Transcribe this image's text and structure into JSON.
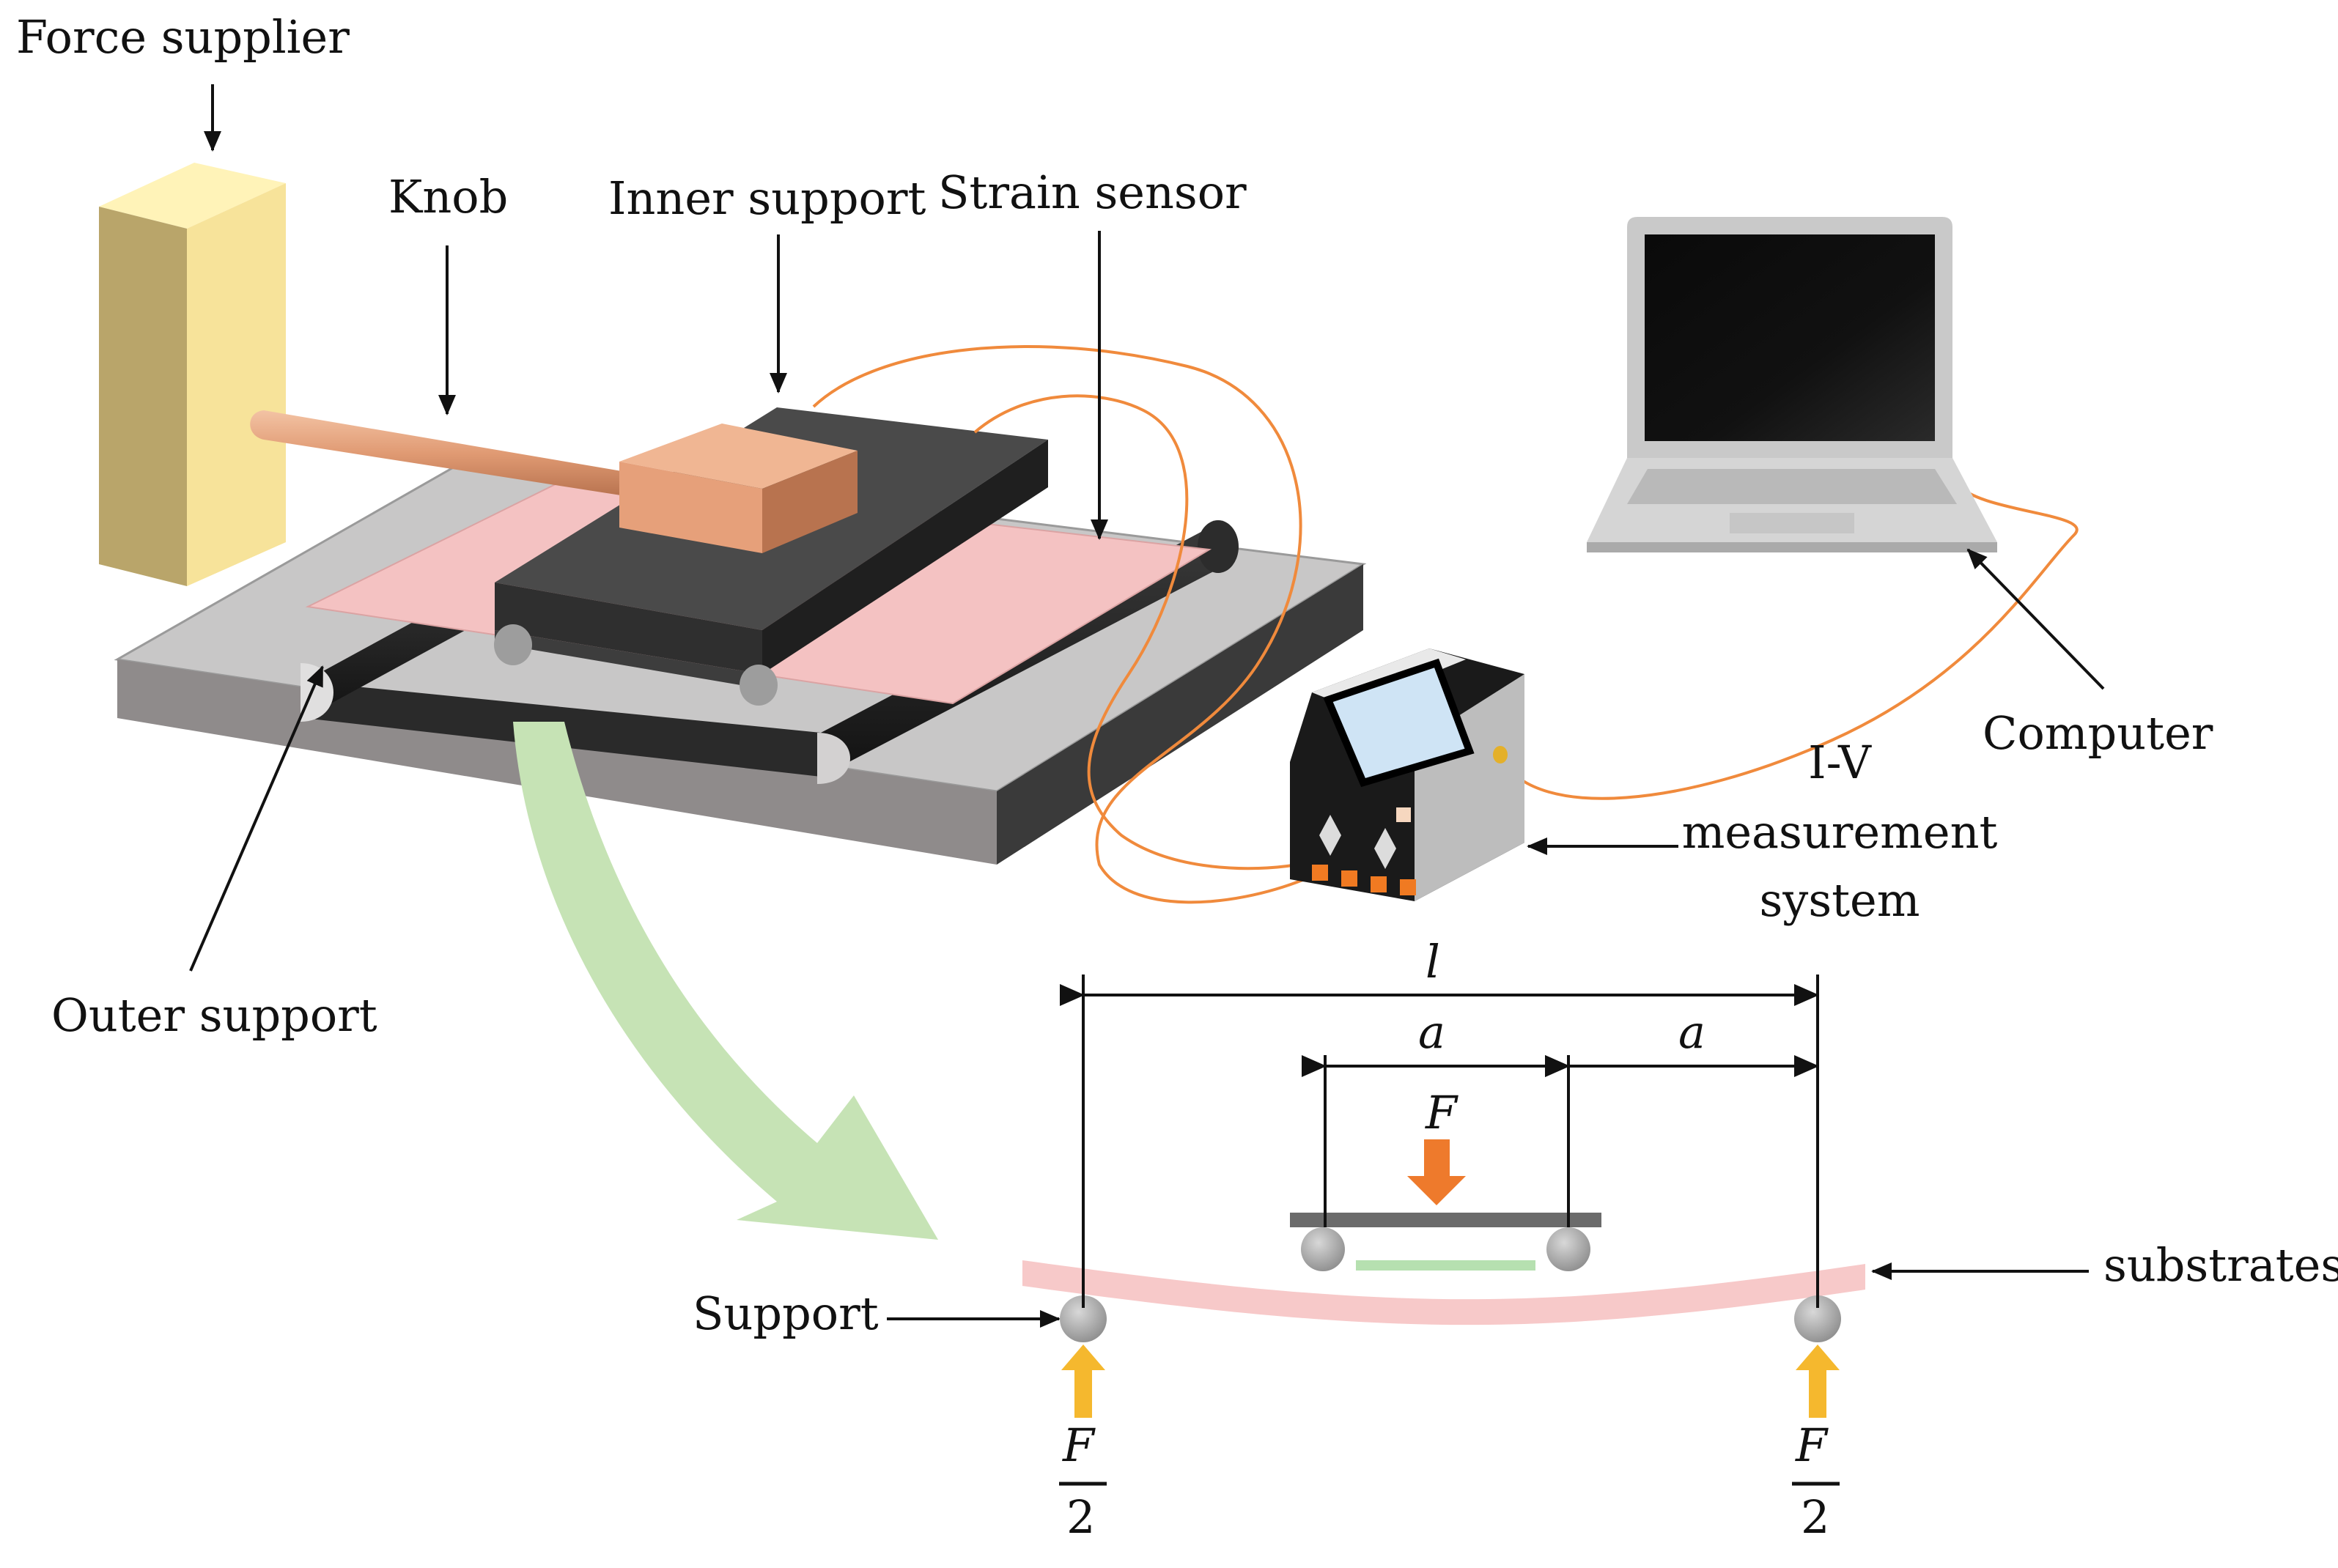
{
  "labels": {
    "force_supplier": "Force supplier",
    "knob": "Knob",
    "inner_support": "Inner support",
    "strain_sensor": "Strain sensor",
    "computer": "Computer",
    "iv_line1": "I-V",
    "iv_line2": "measurement",
    "iv_line3": "system",
    "outer_support": "Outer support",
    "support": "Support",
    "substrates": "substrates"
  },
  "math": {
    "l": "l",
    "a_left": "a",
    "a_right": "a",
    "F": "F",
    "F_num_left": "F",
    "F_den_left": "2",
    "F_num_right": "F",
    "F_den_right": "2"
  },
  "colors": {
    "base_top": "#c8c7c7",
    "base_front": "#8f8b8b",
    "roller": "#262626",
    "force_block": "#f7e39a",
    "knob_rod": "#e09a73",
    "knob_block": "#e6a07a",
    "inner_plate": "#3a3a3a",
    "sensor_film": "#f4c2c2",
    "wire": "#f08a3c",
    "green_arrow": "#c6e3b5",
    "substrate": "#f7c9c9",
    "ball": "#9d9d9d",
    "orange_arrow": "#ee7a2c",
    "yellow_arrow": "#f5b82e",
    "sensor_strip": "#b6e0b0"
  }
}
